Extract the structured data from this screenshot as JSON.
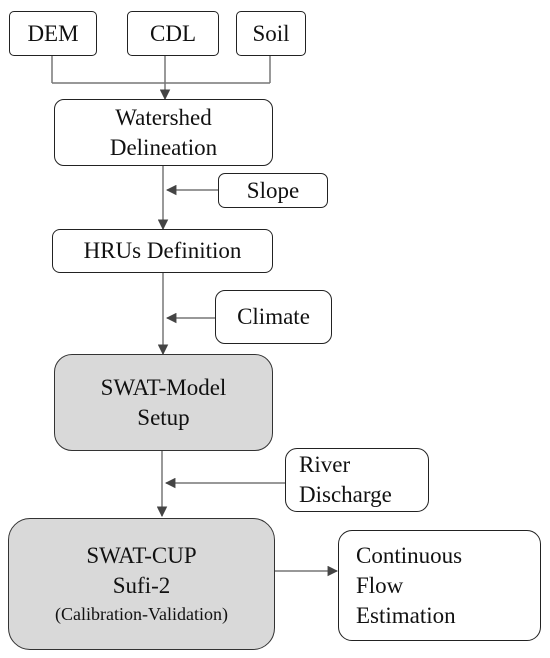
{
  "inputs": {
    "dem": "DEM",
    "cdl": "CDL",
    "soil": "Soil"
  },
  "steps": {
    "watershed": {
      "line1": "Watershed",
      "line2": "Delineation"
    },
    "hrus": "HRUs Definition",
    "swat_model": {
      "line1": "SWAT-Model",
      "line2": "Setup"
    },
    "swat_cup": {
      "line1": "SWAT-CUP",
      "line2": "Sufi-2",
      "line3": "(Calibration-Validation)"
    }
  },
  "side_inputs": {
    "slope": "Slope",
    "climate": "Climate",
    "river_discharge": {
      "line1": "River",
      "line2": "Discharge"
    }
  },
  "output": {
    "line1": "Continuous",
    "line2": "Flow",
    "line3": "Estimation"
  }
}
